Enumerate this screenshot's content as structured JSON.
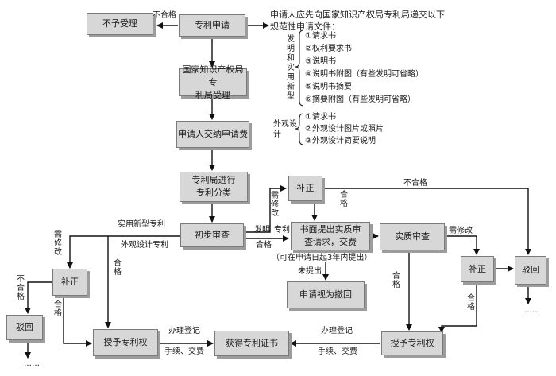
{
  "boxes": {
    "reject_top": "不予受理",
    "apply": "专利申请",
    "accept": "国家知识产权局专\n利局受理",
    "fee": "申请人交纳申请费",
    "classify": "专利局进行\n专利分类",
    "prelim": "初步审查",
    "supplement_top": "补正",
    "request": "书面提出实质审\n查请求，交费",
    "substantive": "实质审查",
    "supplement_left": "补正",
    "supplement_right": "补正",
    "dismiss_left": "驳回",
    "dismiss_right": "驳回",
    "withdrawn": "申请视为撤回",
    "grant_left": "授予专利权",
    "certificate": "获得专利证书",
    "grant_right": "授予专利权"
  },
  "labels": {
    "fail_top": "不合格",
    "fail_supp": "不合格",
    "fail_left": "不合格",
    "pass_supp": "合格",
    "need_fix_top": "需修改",
    "need_fix_left": "需修改",
    "need_fix_right": "需修改",
    "utility": "实用新型专利",
    "design": "外观设计专利",
    "invention": "发明",
    "patent": "专利",
    "pass_mid": "合格",
    "pass_design": "合格",
    "pass_subst": "合格",
    "pass_left": "合格",
    "pass_right": "合格",
    "deadline": "（可在申请日起3年内提出）",
    "not_filed": "未提出",
    "register_left": "办理登记",
    "procedure_left": "手续、交费",
    "register_right": "办理登记",
    "procedure_right": "手续、交费"
  },
  "docs": {
    "intro": "申请人应先向国家知识产权局专利局递交以下\n规范性申请文件：",
    "group1_label": "发明和实用新型",
    "group1_items": [
      "①请求书",
      "②权利要求书",
      "③说明书",
      "④说明书附图（有些发明可省略）",
      "⑤说明书摘要",
      "⑥摘要附图（有些发明可省略）"
    ],
    "group2_label": "外观设计",
    "group2_items": [
      "①请求书",
      "②外观设计图片或照片",
      "③外观设计简要说明"
    ]
  },
  "continuation": "……"
}
